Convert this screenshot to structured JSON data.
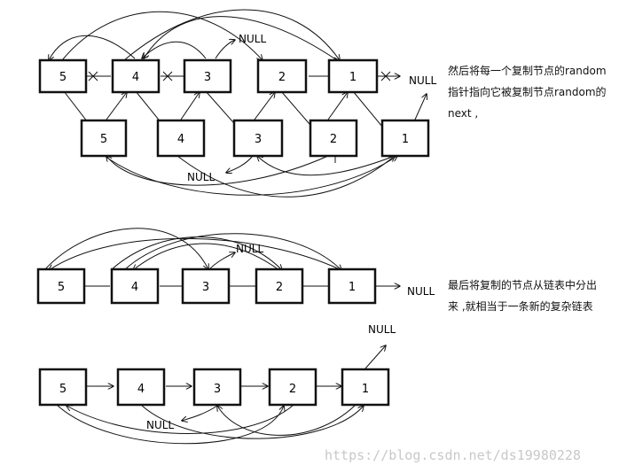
{
  "diagram1": {
    "top_row": [
      "5",
      "4",
      "3",
      "2",
      "1"
    ],
    "bottom_row": [
      "5",
      "4",
      "3",
      "2",
      "1"
    ],
    "null_top": "NULL",
    "null_right": "NULL",
    "null_bottom": "NULL",
    "caption": [
      "然后将每一个复制节点的random",
      "指针指向它被复制节点random的",
      "next ,"
    ]
  },
  "diagram2": {
    "row": [
      "5",
      "4",
      "3",
      "2",
      "1"
    ],
    "null_top": "NULL",
    "null_right": "NULL",
    "caption": [
      "最后将复制的节点从链表中分出",
      "来 ,就相当于一条新的复杂链表"
    ]
  },
  "diagram3": {
    "row": [
      "5",
      "4",
      "3",
      "2",
      "1"
    ],
    "null_top": "NULL",
    "null_bottom": "NULL"
  },
  "watermark": "https://blog.csdn.net/ds19980228"
}
